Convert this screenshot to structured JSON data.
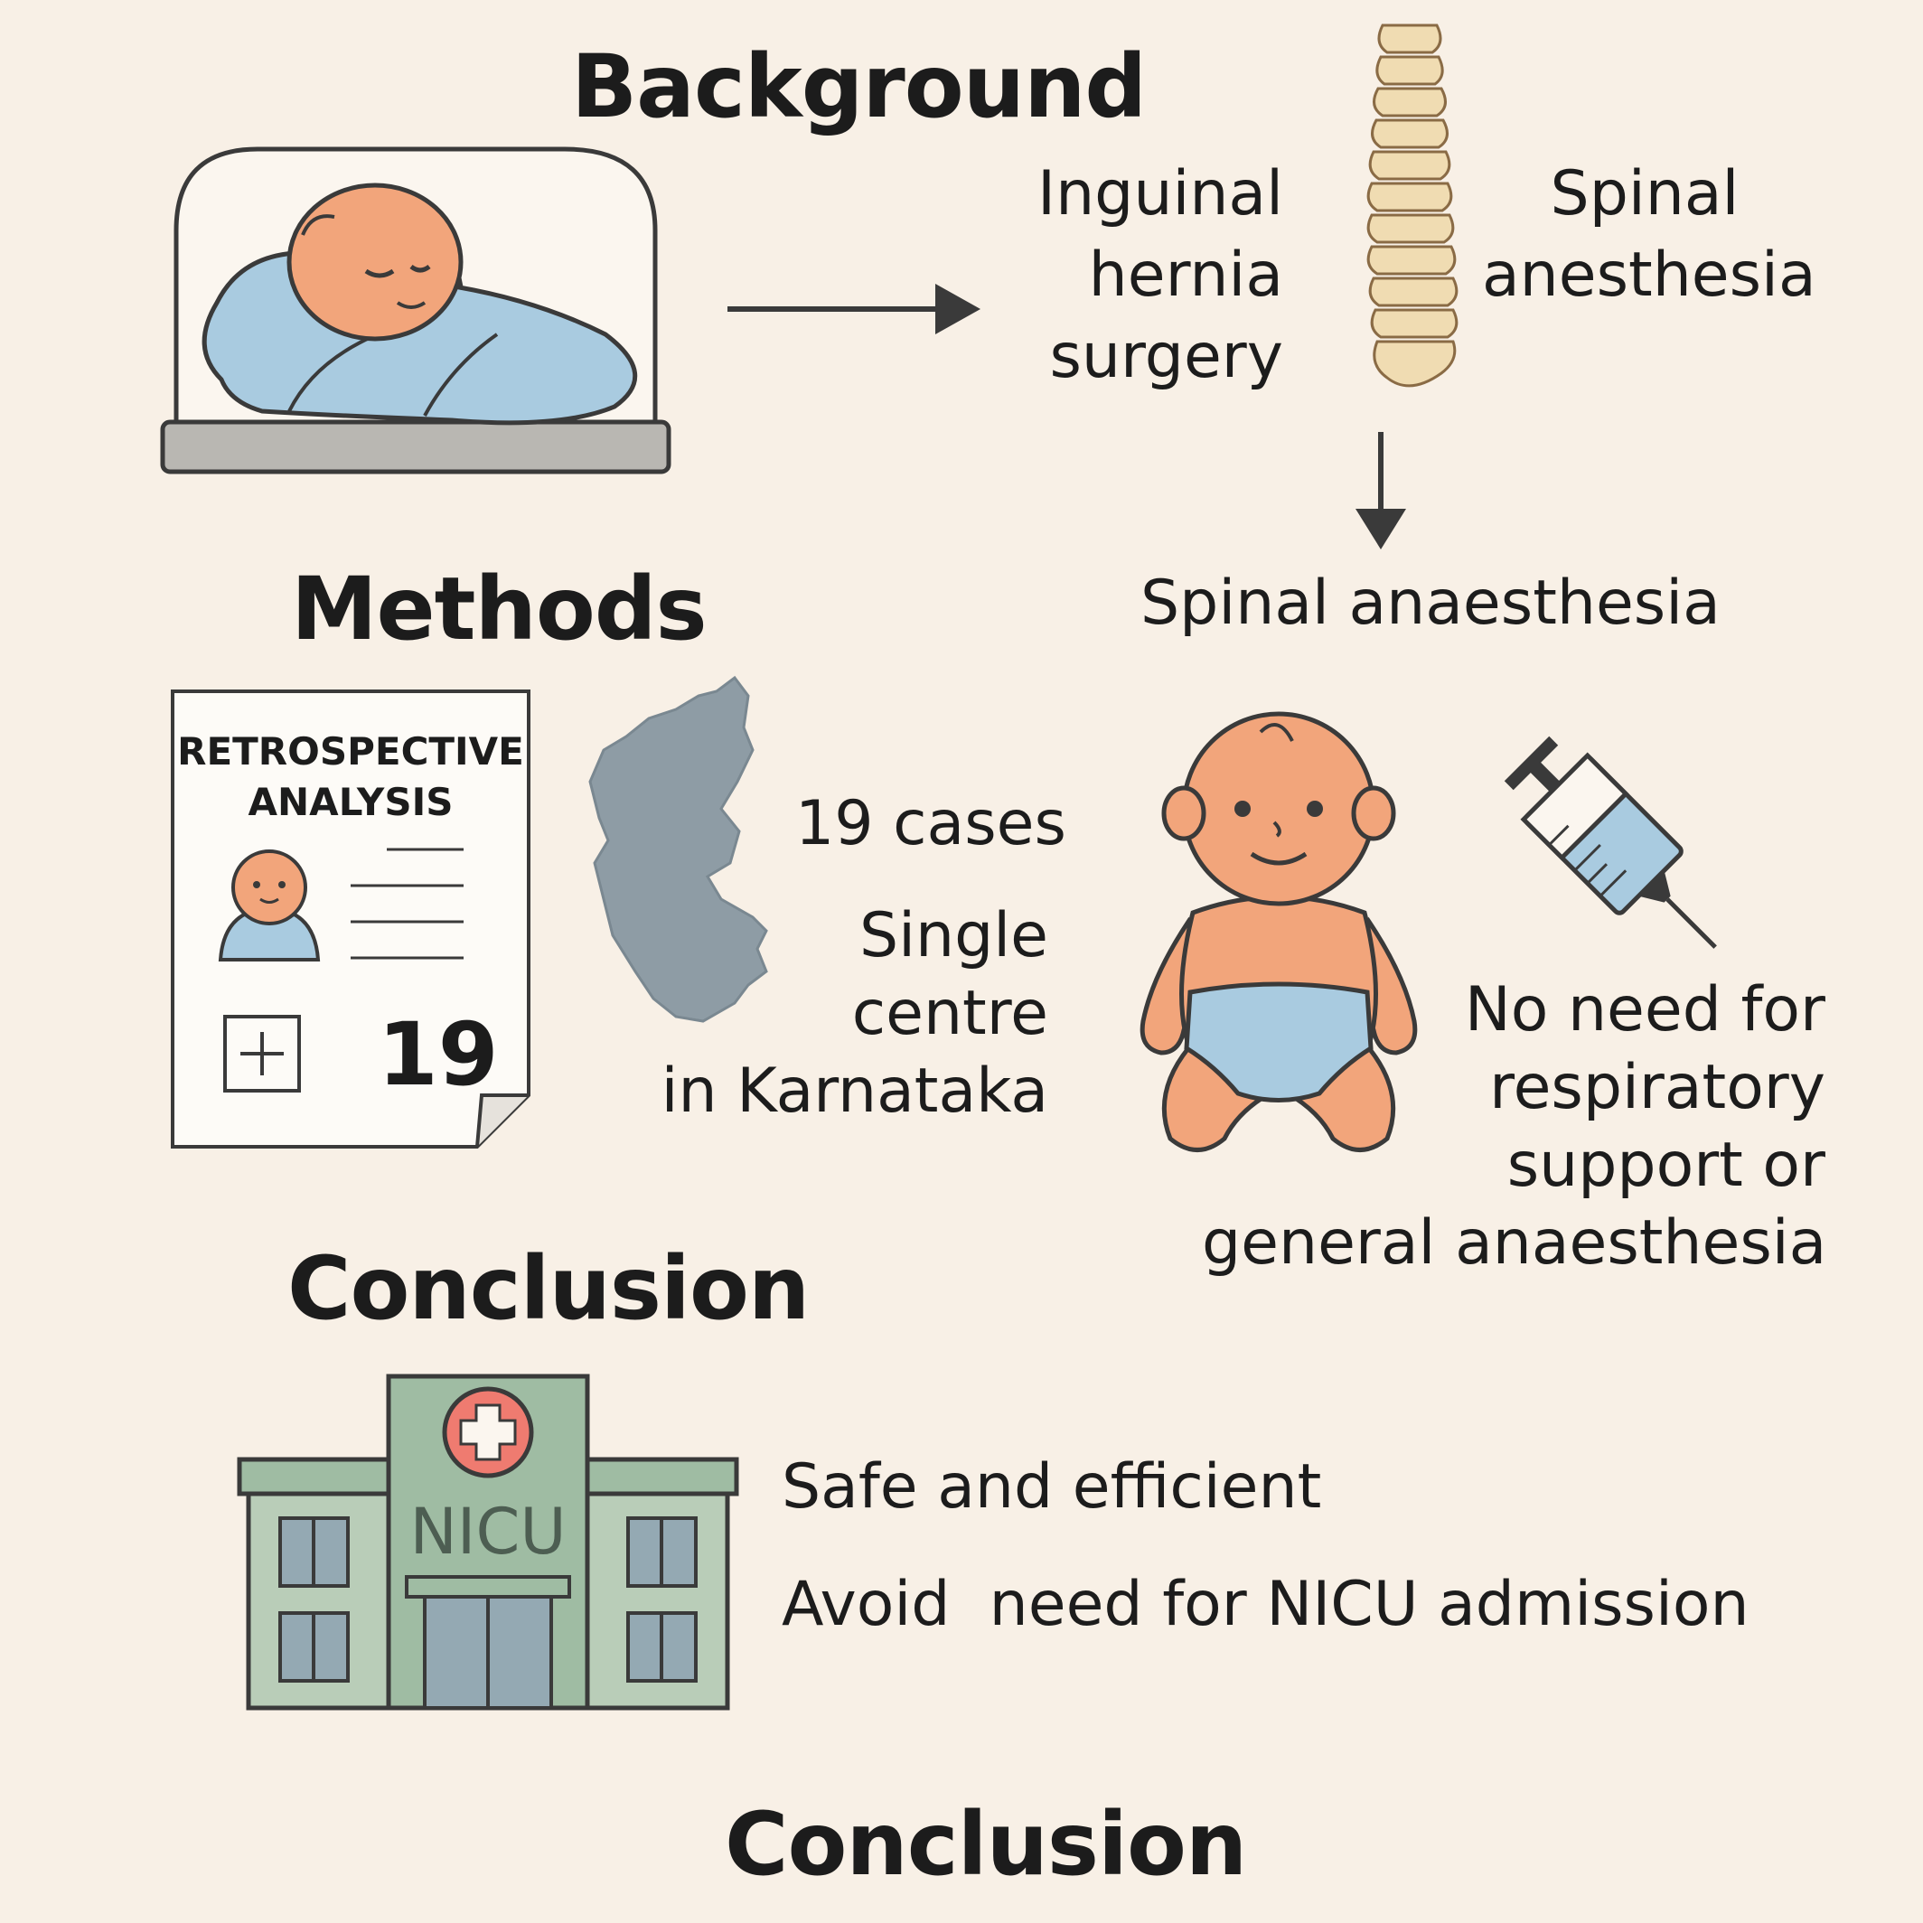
{
  "background": {
    "heading": "Background",
    "surgery_label": [
      "Inguinal",
      "hernia",
      "surgery"
    ],
    "spinal_label": [
      "Spinal",
      "anesthesia"
    ],
    "result_label": "Spinal anaesthesia"
  },
  "methods": {
    "heading": "Methods",
    "doc_title": [
      "RETROSPECTIVE",
      "ANALYSIS"
    ],
    "doc_count": "19",
    "cases": "19 cases",
    "centre": [
      "Single",
      "centre",
      "in Karnataka"
    ]
  },
  "outcome": {
    "text": [
      "No need for",
      "respiratory",
      "support or",
      "general anaesthesia"
    ]
  },
  "conclusion": {
    "heading": "Conclusion",
    "hospital_sign": "NICU",
    "points": [
      "Safe and efficient",
      "Avoid  need for NICU admission"
    ],
    "footer": "Conclusion"
  },
  "colors": {
    "background": "#f8f0e6",
    "skin": "#f2a57b",
    "blanket": "#a9cbe0",
    "spine": "#f0dcb2",
    "map": "#8e9ca5",
    "hospital": "#9fbca3",
    "cross": "#ef7b70"
  }
}
